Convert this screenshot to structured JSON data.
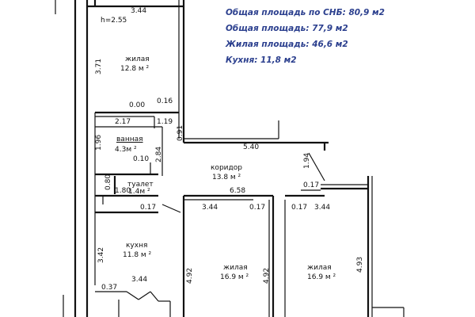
{
  "info": {
    "total_area_snb": "Общая площадь по СНБ: 80,9 м2",
    "total_area": "Общая площадь: 77,9 м2",
    "living_area": "Жилая площадь: 46,6 м2",
    "kitchen_area": "Кухня: 11,8 м2"
  },
  "rooms": {
    "living_top": {
      "name": "жилая",
      "area": "12.8 м ²"
    },
    "bathroom": {
      "name": "ванная",
      "area": "4.3м ²"
    },
    "toilet": {
      "name": "туалет",
      "area": "1.4м ²"
    },
    "corridor": {
      "name": "коридор",
      "area": "13.8 м ²"
    },
    "kitchen": {
      "name": "кухня",
      "area": "11.8 м ²"
    },
    "living_mid": {
      "name": "жилая",
      "area": "16.9 м ²"
    },
    "living_right": {
      "name": "жилая",
      "area": "16.9 м ²"
    }
  },
  "dimensions": {
    "top_width": "3.44",
    "ceiling_height": "h=2.55",
    "living_top_height": "3.71",
    "d_000": "0.00",
    "d_016": "0.16",
    "d_217": "2.17",
    "d_119": "1.19",
    "d_091": "0.91",
    "d_540": "5.40",
    "bath_height": "1.96",
    "d_010": "0.10",
    "d_284": "2.84",
    "d_194": "1.94",
    "d_080": "0.80",
    "d_180": "1.80",
    "d_658": "6.58",
    "d_017_right_top": "0.17",
    "d_017_kitchen": "0.17",
    "kitchen_width": "3.44",
    "d_017_mid": "0.17",
    "d_017_right": "0.17",
    "right_room_width": "3.44",
    "kitchen_height": "3.42",
    "mid_room_left_height": "4.92",
    "mid_room_right_height": "4.92",
    "right_room_height": "4.93",
    "d_037": "0.37",
    "bottom_width": "3.44"
  }
}
